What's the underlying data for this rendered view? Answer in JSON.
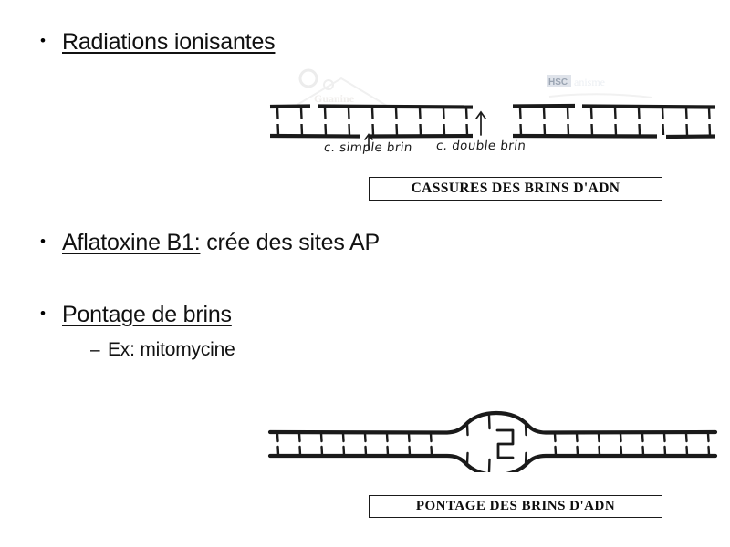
{
  "slide": {
    "background_color": "#ffffff",
    "ink_color": "#111111"
  },
  "bullets": [
    {
      "marker": "•",
      "underlined_text": "Radiations ionisantes",
      "plain_text": ""
    },
    {
      "marker": "•",
      "underlined_text": "Aflatoxine B1:",
      "plain_text": " crée des sites AP"
    },
    {
      "marker": "•",
      "underlined_text": "Pontage de brins",
      "plain_text": ""
    }
  ],
  "sub_bullets": [
    {
      "marker": "–",
      "text": "Ex: mitomycine"
    }
  ],
  "figures": [
    {
      "id": "dna-breaks",
      "name": "cassures-des-brins-diagram",
      "caption": "CASSURES DES BRINS D'ADN",
      "annotations": [
        {
          "label": "c. simple brin",
          "points_to": "single-strand-break"
        },
        {
          "label": "c. double brin",
          "points_to": "double-strand-break"
        }
      ],
      "description": "Schéma manuscrit de deux segments d'ADN double brin montrant une cassure simple brin et une cassure double brin"
    },
    {
      "id": "dna-crosslink",
      "name": "pontage-des-brins-diagram",
      "caption": "PONTAGE DES BRINS D'ADN",
      "annotations": [],
      "description": "Schéma manuscrit d'un ADN double brin avec un renflement central contenant un pontage inter-brins en forme de Z"
    }
  ]
}
